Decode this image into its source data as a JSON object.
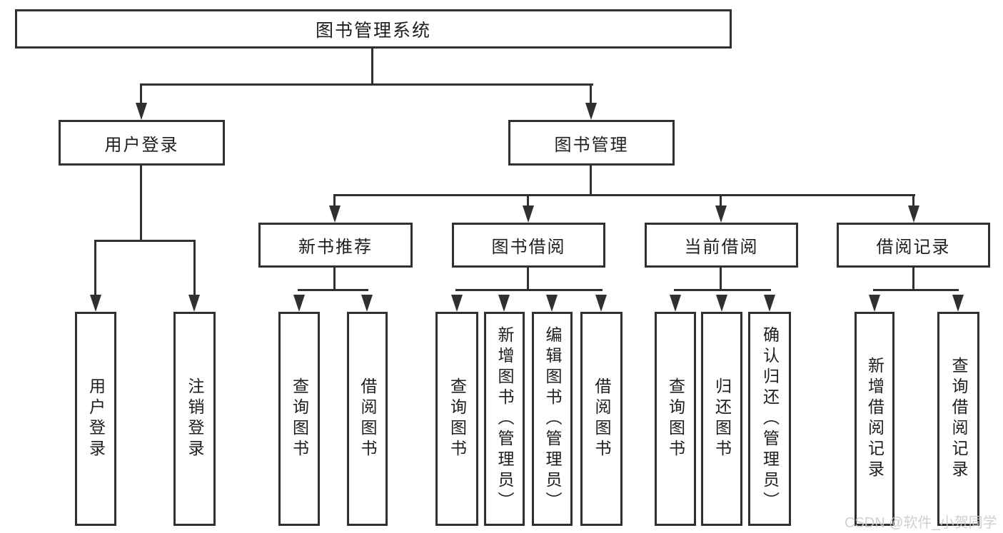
{
  "title": "图书管理系统",
  "tree": {
    "label": "图书管理系统",
    "children": [
      {
        "label": "用户登录",
        "children": [
          {
            "label": "用户登录"
          },
          {
            "label": "注销登录"
          }
        ]
      },
      {
        "label": "图书管理",
        "children": [
          {
            "label": "新书推荐",
            "children": [
              {
                "label": "查询图书"
              },
              {
                "label": "借阅图书"
              }
            ]
          },
          {
            "label": "图书借阅",
            "children": [
              {
                "label": "查询图书"
              },
              {
                "label": "新增图书（管理员）"
              },
              {
                "label": "编辑图书（管理员）"
              },
              {
                "label": "借阅图书"
              }
            ]
          },
          {
            "label": "当前借阅",
            "children": [
              {
                "label": "查询图书"
              },
              {
                "label": "归还图书"
              },
              {
                "label": "确认归还（管理员）"
              }
            ]
          },
          {
            "label": "借阅记录",
            "children": [
              {
                "label": "新增借阅记录"
              },
              {
                "label": "查询借阅记录"
              }
            ]
          }
        ]
      }
    ]
  },
  "watermark": "CSDN @软件_小贺同学",
  "colors": {
    "line": "#303030",
    "text": "#1e1e1e",
    "watermark": "#cccccc",
    "background": "#ffffff"
  }
}
